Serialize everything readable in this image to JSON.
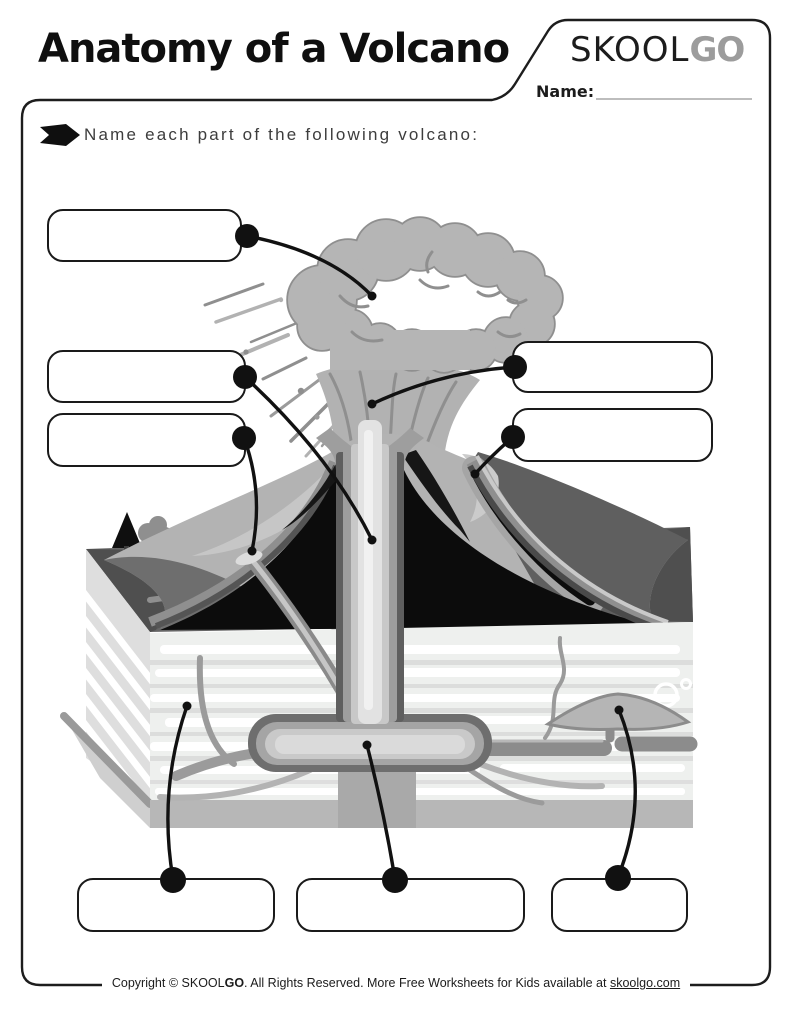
{
  "header": {
    "title": "Anatomy of a Volcano",
    "brand": {
      "part1": "SKOOL",
      "part2": "GO"
    },
    "name_label": "Name:",
    "name_value": ""
  },
  "instruction": {
    "bullet_icon": "arrow-right-icon",
    "text": "Name each part of the following volcano:"
  },
  "worksheet": {
    "answer_boxes": [
      {
        "id": 1,
        "value": "",
        "position": "top-left",
        "points_to": "ash-cloud"
      },
      {
        "id": 2,
        "value": "",
        "position": "left-upper",
        "points_to": "conduit"
      },
      {
        "id": 3,
        "value": "",
        "position": "left-lower",
        "points_to": "side-vent"
      },
      {
        "id": 4,
        "value": "",
        "position": "right-upper",
        "points_to": "crater-vent"
      },
      {
        "id": 5,
        "value": "",
        "position": "right-lower",
        "points_to": "lava-flow-slope"
      },
      {
        "id": 6,
        "value": "",
        "position": "bottom-left",
        "points_to": "dike-branch"
      },
      {
        "id": 7,
        "value": "",
        "position": "bottom-middle",
        "points_to": "magma-chamber"
      },
      {
        "id": 8,
        "value": "",
        "position": "bottom-right",
        "points_to": "laccolith-intrusion"
      }
    ]
  },
  "footer": {
    "prefix": "Copyright © SKOOL",
    "brand_bold": "GO",
    "middle": ". All Rights Reserved. More Free Worksheets for Kids available at ",
    "link": "skoolgo.com"
  },
  "colors": {
    "ink": "#1a1a1a",
    "cloud_fill": "#b5b5b5",
    "cloud_outline": "#8f8f8f",
    "slope_light": "#b3b3b3",
    "slope_highlight": "#cbcbcb",
    "flank_dark": "#5f5f5f",
    "ground_top": "#666666",
    "interior_black": "#0c0c0c",
    "front_face": "#eef0ee",
    "pipe_core": "#e8e8e8",
    "brand_gray": "#9c9c9c"
  }
}
